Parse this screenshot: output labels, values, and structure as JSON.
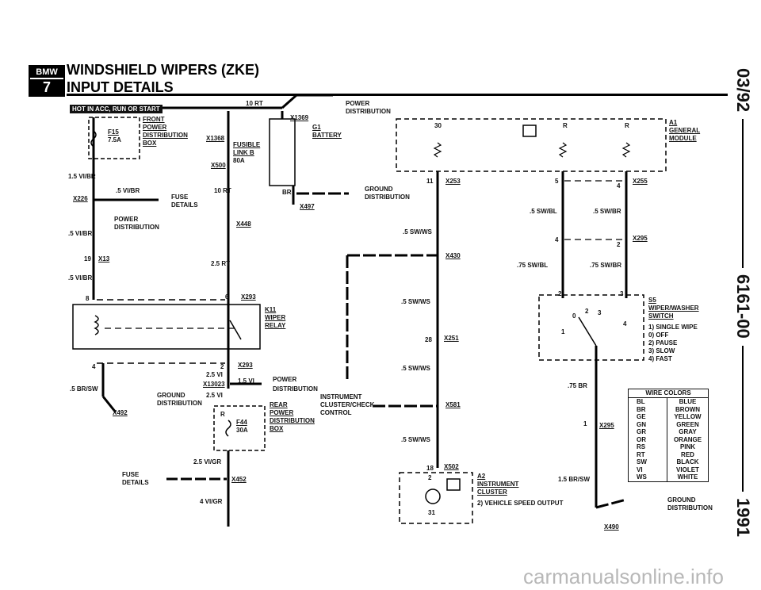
{
  "header": {
    "badge_top": "BMW",
    "badge_num": "7",
    "title": "WINDSHIELD WIPERS (ZKE)",
    "subtitle": "INPUT DETAILS",
    "side_date": "03/92",
    "side_code": "6161-00",
    "side_year": "1991"
  },
  "labels": {
    "hot": "HOT IN ACC, RUN OR START",
    "fuse_box_front": [
      "FRONT",
      "POWER",
      "DISTRIBUTION",
      "BOX"
    ],
    "f15": "F15",
    "f15_amp": "7.5A",
    "w1_5_vibr": "1.5 VI/BR",
    "x226": "X226",
    "w5_vibr_a": ".5 VI/BR",
    "fuse_details_1": [
      "FUSE",
      "DETAILS"
    ],
    "power_dist_1": [
      "POWER",
      "DISTRIBUTION"
    ],
    "w5_vibr_b": ".5 VI/BR",
    "n19": "19",
    "x13": "X13",
    "w5_vibr_c": ".5 VI/BR",
    "n8": "8",
    "w10rt_top": "10 RT",
    "x1369": "X1369",
    "g1": [
      "G1",
      "BATTERY"
    ],
    "power_dist_top": [
      "POWER",
      "DISTRIBUTION"
    ],
    "x1368": "X1368",
    "fusible": [
      "FUSIBLE",
      "LINK B",
      "80A"
    ],
    "x500": "X500",
    "w10rt_mid": "10 RT",
    "br": "BR",
    "ground_dist_top": [
      "GROUND",
      "DISTRIBUTION"
    ],
    "x497": "X497",
    "x448": "X448",
    "w2_5rt": "2.5 RT",
    "n6": "6",
    "x293": "X293",
    "k11": [
      "K11",
      "WIPER",
      "RELAY"
    ],
    "n4": "4",
    "n2": "2",
    "x293b": "X293",
    "w2_5vi_a": "2.5 VI",
    "w1_5vi": "1.5 VI",
    "x13023": "X13023",
    "power_dist_mid": [
      "POWER",
      "DISTRIBUTION"
    ],
    "w5_brsw": ".5 BR/SW",
    "ground_dist_left": [
      "GROUND",
      "DISTRIBUTION"
    ],
    "x492": "X492",
    "w2_5vi_b": "2.5 VI",
    "fuse_box_rear": [
      "REAR",
      "POWER",
      "DISTRIBUTION",
      "BOX"
    ],
    "r": "R",
    "f44": "F44",
    "f44_amp": "30A",
    "w2_5vigr": "2.5 VI/GR",
    "fuse_details_2": [
      "FUSE",
      "DETAILS"
    ],
    "x452": "X452",
    "w4_vigr": "4 VI/GR",
    "n30": "30",
    "a1": [
      "A1",
      "GENERAL",
      "MODULE"
    ],
    "r1": "R",
    "r2": "R",
    "n11": "11",
    "x253": "X253",
    "n5": "5",
    "n4b": "4",
    "x255": "X255",
    "w5_swbl": ".5 SW/BL",
    "w5_swbr": ".5 SW/BR",
    "w5_swws_a": ".5 SW/WS",
    "n4c": "4",
    "n2b": "2",
    "x295": "X295",
    "x430": "X430",
    "w75_swbl": ".75 SW/BL",
    "w75_swbr": ".75 SW/BR",
    "w5_swws_b": ".5 SW/WS",
    "n2c": "2",
    "n3": "3",
    "s5": [
      "S5",
      "WIPER/WASHER",
      "SWITCH"
    ],
    "s5_pos": [
      "1) SINGLE WIPE",
      "0) OFF",
      "2) PAUSE",
      "3) SLOW",
      "4) FAST"
    ],
    "sw_0": "0",
    "sw_2": "2",
    "sw_3": "3",
    "sw_4": "4",
    "sw_1": "1",
    "n28": "28",
    "x251": "X251",
    "w5_swws_c": ".5 SW/WS",
    "w75_br": ".75 BR",
    "instrument_ctrl": [
      "INSTRUMENT",
      "CLUSTER/CHECK",
      "CONTROL"
    ],
    "x581": "X581",
    "n1": "1",
    "x295b": "X295",
    "w5_swws_d": ".5 SW/WS",
    "n18": "18",
    "x502": "X502",
    "n2d": "2",
    "a2": [
      "A2",
      "INSTRUMENT",
      "CLUSTER"
    ],
    "a2_note": "2) VEHICLE SPEED OUTPUT",
    "n31": "31",
    "w1_5_brsw": "1.5 BR/SW",
    "ground_dist_right": [
      "GROUND",
      "DISTRIBUTION"
    ],
    "x490": "X490",
    "watermark": "carmanualsonline.info"
  },
  "wire_colors": {
    "title": "WIRE COLORS",
    "rows": [
      [
        "BL",
        "BLUE"
      ],
      [
        "BR",
        "BROWN"
      ],
      [
        "GE",
        "YELLOW"
      ],
      [
        "GN",
        "GREEN"
      ],
      [
        "GR",
        "GRAY"
      ],
      [
        "OR",
        "ORANGE"
      ],
      [
        "RS",
        "PINK"
      ],
      [
        "RT",
        "RED"
      ],
      [
        "SW",
        "BLACK"
      ],
      [
        "VI",
        "VIOLET"
      ],
      [
        "WS",
        "WHITE"
      ]
    ]
  }
}
